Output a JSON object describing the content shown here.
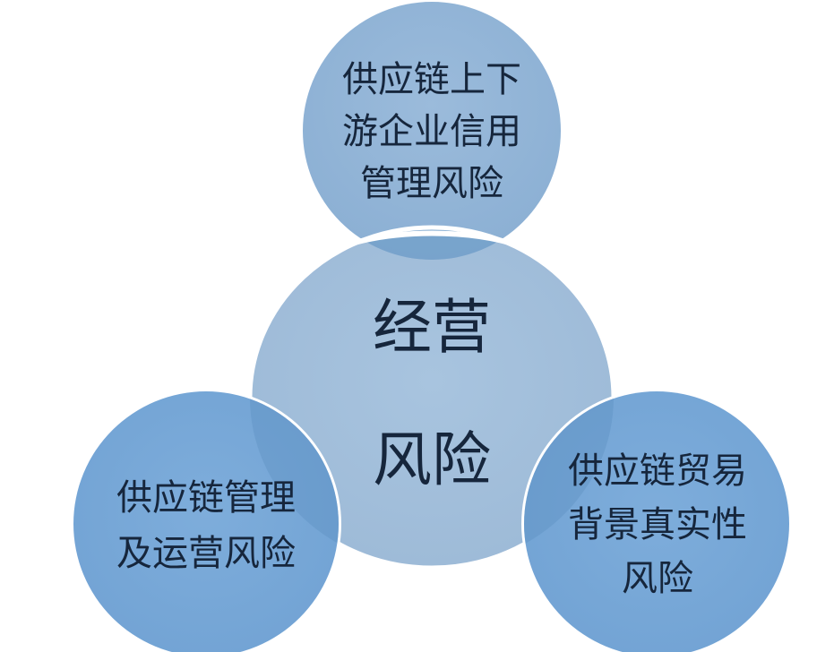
{
  "diagram": {
    "type": "risk-cluster-bubbles",
    "colors": {
      "background": "#ffffff",
      "center_fill": "#a3c0dc",
      "top_fill": "#93b6d8",
      "side_fill": "#78a8d8",
      "overlap_fill": "#6d9cc8",
      "text": "#16263c",
      "stroke": "#ffffff"
    },
    "center": {
      "lines": [
        "经营",
        "风险"
      ]
    },
    "top": {
      "lines": [
        "供应链上下",
        "游企业信用",
        "管理风险"
      ]
    },
    "left": {
      "lines": [
        "供应链管理",
        "及运营风险"
      ]
    },
    "right": {
      "lines": [
        "供应链贸易",
        "背景真实性",
        "风险"
      ]
    }
  }
}
